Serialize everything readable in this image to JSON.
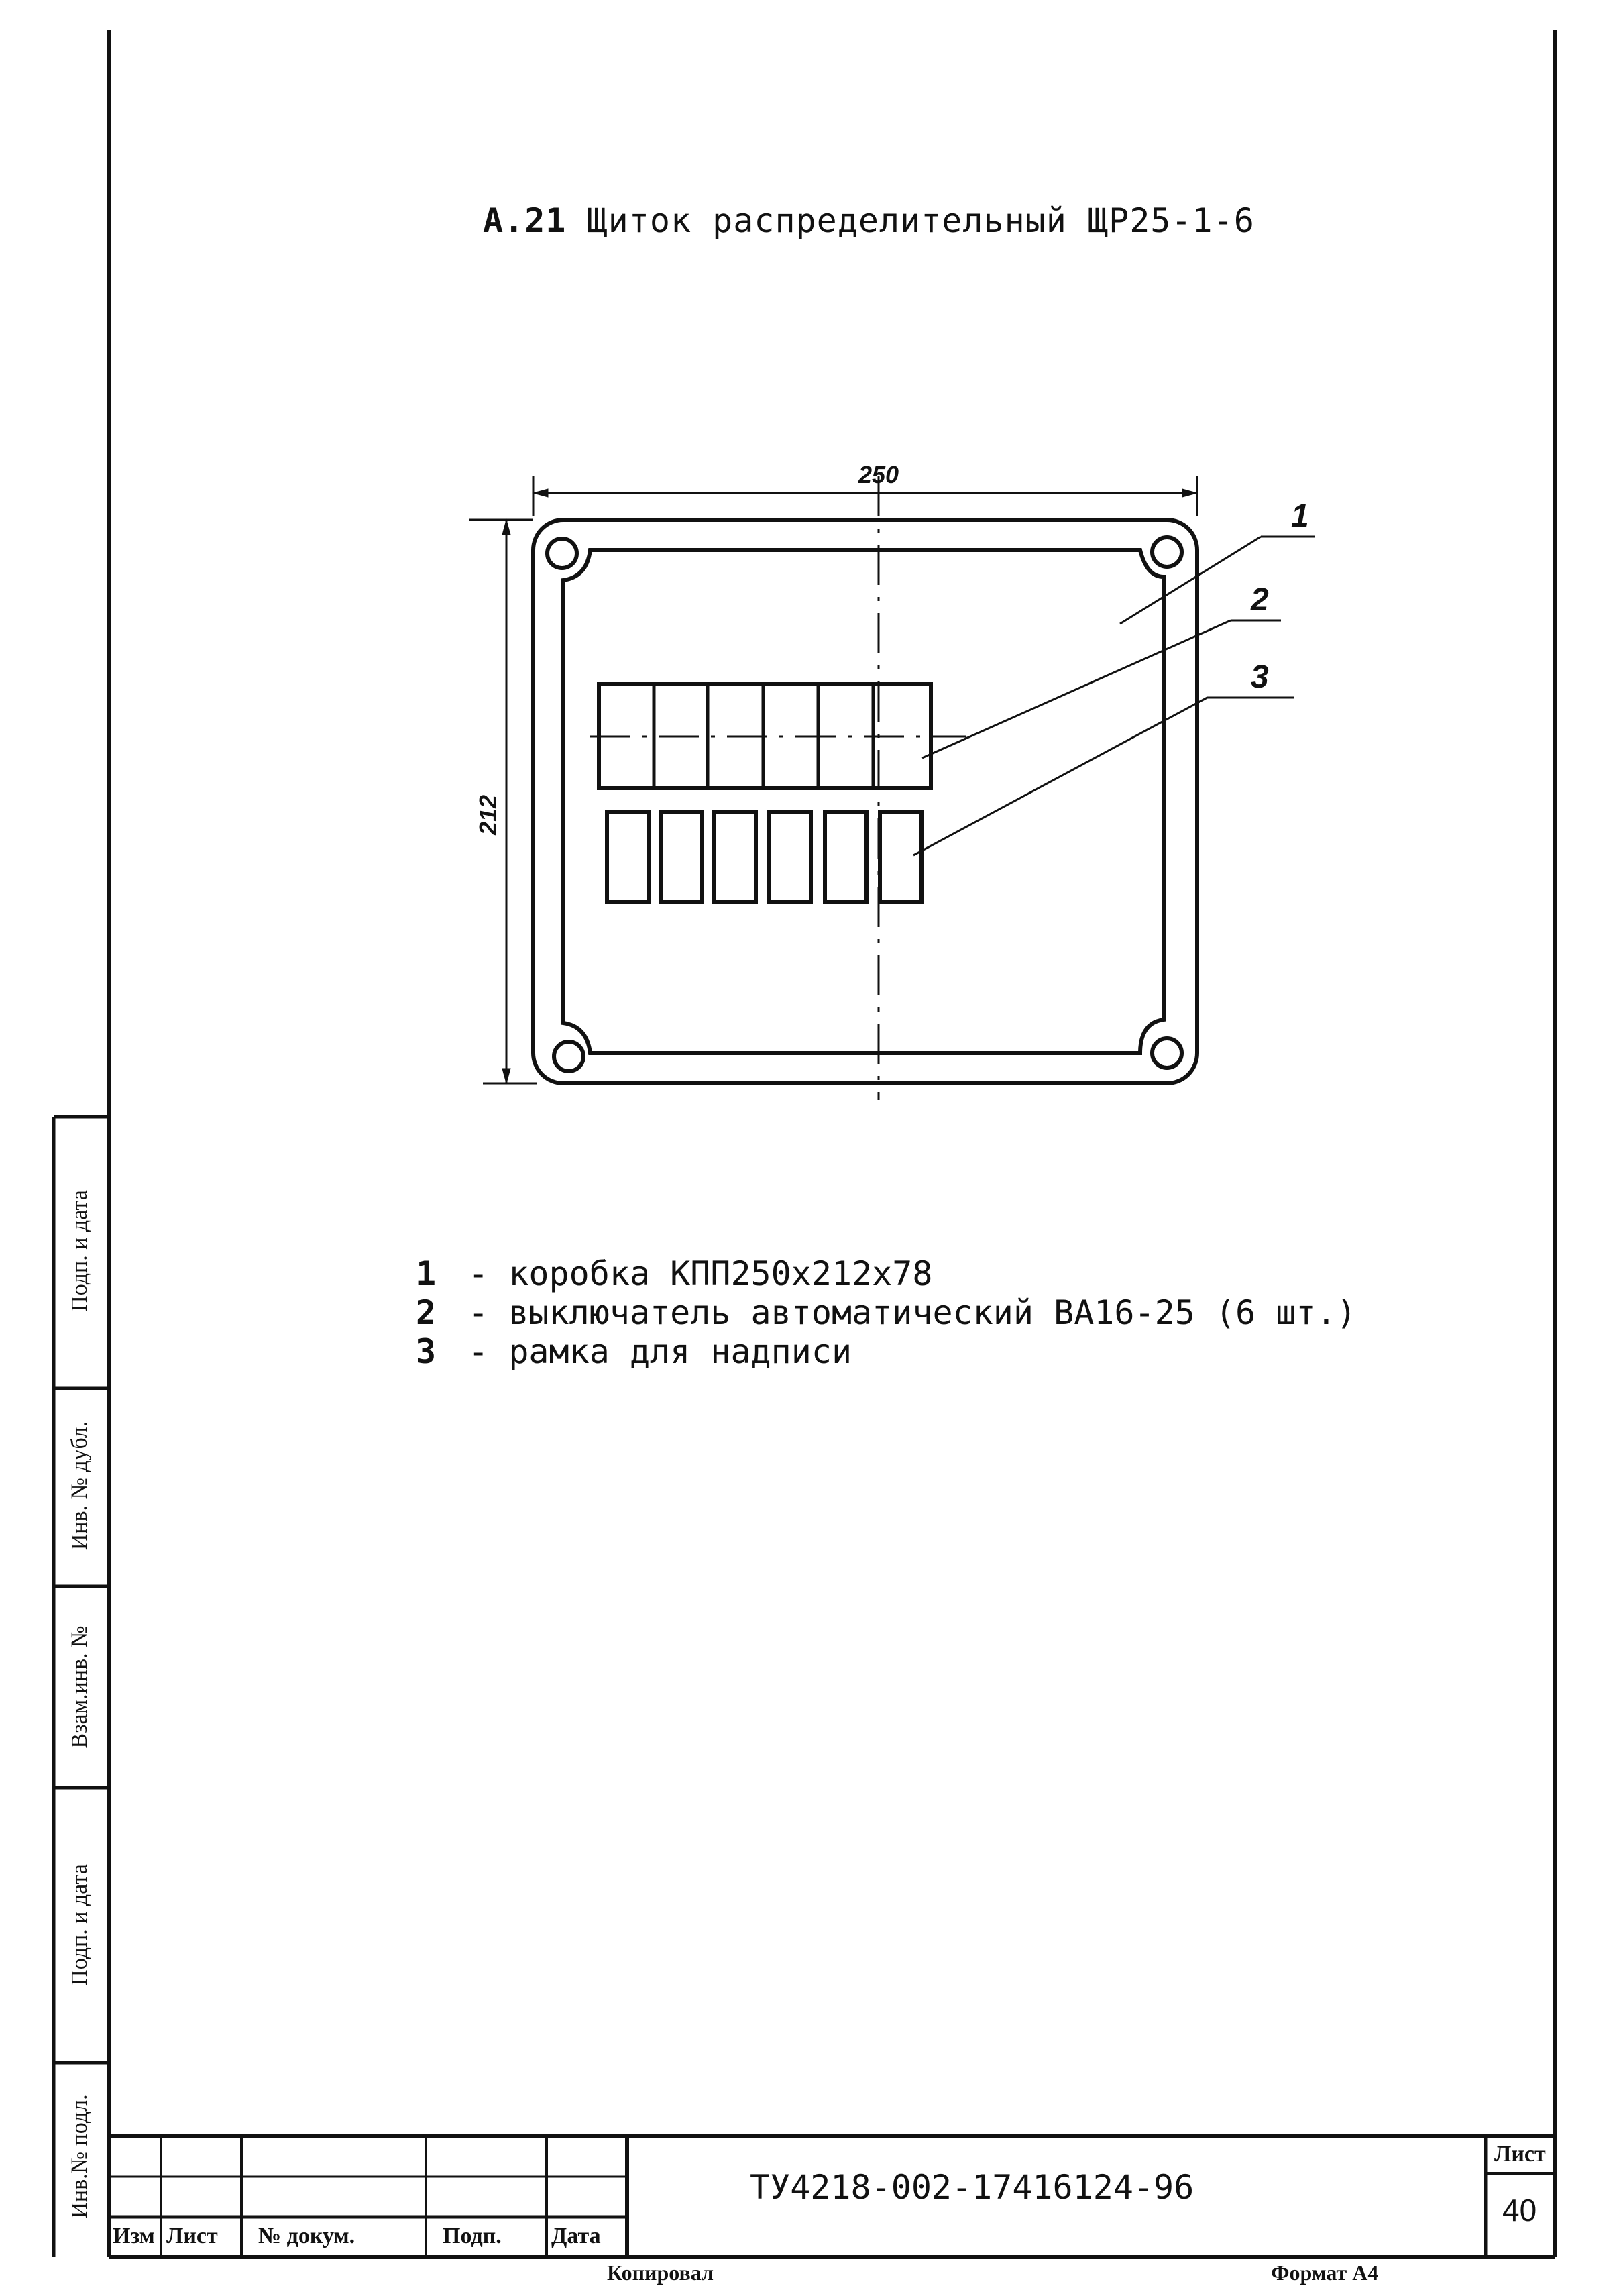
{
  "title": {
    "number": "А.21",
    "text": "Щиток распределительный ЩР25-1-6"
  },
  "drawing": {
    "dim_width": "250",
    "dim_height": "212",
    "callouts": [
      "1",
      "2",
      "3"
    ]
  },
  "legend": [
    {
      "num": "1",
      "dash": "-",
      "text": "коробка КПП250х212х78"
    },
    {
      "num": "2",
      "dash": "-",
      "text": "выключатель автоматический ВА16-25 (6 шт.)"
    },
    {
      "num": "3",
      "dash": "-",
      "text": "рамка для надписи"
    }
  ],
  "side_stamp": {
    "podp_data_top": "Подп. и дата",
    "inv_dubl": "Инв. № дубл.",
    "vzam_inv": "Взам.инв. №",
    "podp_data": "Подп. и дата",
    "inv_podl": "Инв.№ подл."
  },
  "title_block": {
    "izm": "Изм",
    "list": "Лист",
    "n_dokum": "№ докум.",
    "podp": "Подп.",
    "data": "Дата",
    "doc_code": "ТУ4218-002-17416124-96",
    "sheet_label": "Лист",
    "sheet_number": "40"
  },
  "footer": {
    "copied": "Копировал",
    "format": "Формат А4"
  }
}
